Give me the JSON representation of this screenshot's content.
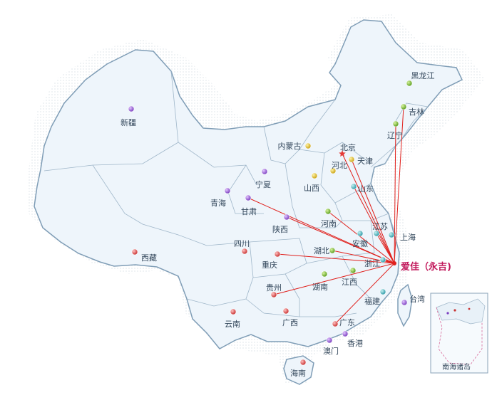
{
  "colors": {
    "land": "#eef5fb",
    "border": "#9fb6c9",
    "outline": "#7f9db6",
    "route": "#e0201c",
    "hub_text": "#c2185b",
    "label": "#33475b",
    "capital_star": "#e53935"
  },
  "hub": {
    "label": "爱佳（永吉)"
  },
  "provinces": [
    {
      "id": "heilongjiang",
      "label": "黑龙江",
      "marker": "green"
    },
    {
      "id": "jilin",
      "label": "吉林",
      "marker": "green"
    },
    {
      "id": "liaoning",
      "label": "辽宁",
      "marker": "green"
    },
    {
      "id": "neimenggu",
      "label": "内蒙古",
      "marker": "yellow"
    },
    {
      "id": "beijing",
      "label": "北京",
      "marker": "star"
    },
    {
      "id": "tianjin",
      "label": "天津",
      "marker": "yellow"
    },
    {
      "id": "hebei",
      "label": "河北",
      "marker": "yellow"
    },
    {
      "id": "shanxi",
      "label": "山西",
      "marker": "yellow"
    },
    {
      "id": "shandong",
      "label": "山东",
      "marker": "teal"
    },
    {
      "id": "ningxia",
      "label": "宁夏",
      "marker": "purple"
    },
    {
      "id": "gansu",
      "label": "甘肃",
      "marker": "purple"
    },
    {
      "id": "qinghai",
      "label": "青海",
      "marker": "purple"
    },
    {
      "id": "xinjiang",
      "label": "新疆",
      "marker": "purple"
    },
    {
      "id": "xizang",
      "label": "西藏",
      "marker": "red"
    },
    {
      "id": "shaanxi",
      "label": "陕西",
      "marker": "purple"
    },
    {
      "id": "henan",
      "label": "河南",
      "marker": "green"
    },
    {
      "id": "jiangsu",
      "label": "江苏",
      "marker": "teal"
    },
    {
      "id": "anhui",
      "label": "安徽",
      "marker": "teal"
    },
    {
      "id": "shanghai",
      "label": "上海",
      "marker": "teal"
    },
    {
      "id": "hubei",
      "label": "湖北",
      "marker": "green"
    },
    {
      "id": "zhejiang",
      "label": "浙江",
      "marker": "teal"
    },
    {
      "id": "sichuan",
      "label": "四川",
      "marker": "red"
    },
    {
      "id": "chongqing",
      "label": "重庆",
      "marker": "red"
    },
    {
      "id": "guizhou",
      "label": "贵州",
      "marker": "red"
    },
    {
      "id": "hunan",
      "label": "湖南",
      "marker": "green"
    },
    {
      "id": "jiangxi",
      "label": "江西",
      "marker": "green"
    },
    {
      "id": "fujian",
      "label": "福建",
      "marker": "teal"
    },
    {
      "id": "taiwan",
      "label": "台湾",
      "marker": "purple"
    },
    {
      "id": "yunnan",
      "label": "云南",
      "marker": "red"
    },
    {
      "id": "guangxi",
      "label": "广西",
      "marker": "red"
    },
    {
      "id": "guangdong",
      "label": "广东",
      "marker": "red"
    },
    {
      "id": "xianggang",
      "label": "香港",
      "marker": "purple"
    },
    {
      "id": "aomen",
      "label": "澳门",
      "marker": "purple"
    },
    {
      "id": "hainan",
      "label": "海南",
      "marker": "red"
    }
  ],
  "routes_to_hub": [
    "jilin",
    "liaoning",
    "beijing",
    "tianjin",
    "shandong",
    "gansu",
    "shaanxi",
    "henan",
    "hubei",
    "chongqing",
    "guizhou",
    "guangdong",
    "jiangsu",
    "zhejiang"
  ],
  "inset": {
    "label": "南海诸岛"
  }
}
